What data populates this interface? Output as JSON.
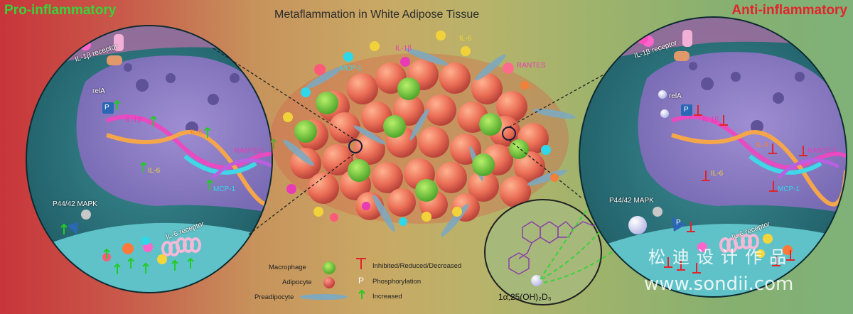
{
  "title": "Metaflammation in White Adipose Tissue",
  "left_title": "Pro-inflammatory",
  "right_title": "Anti-inflammatory",
  "cytokines": {
    "il6": "IL-6",
    "il1b": "IL-1β",
    "mcp1": "MCP-1",
    "rantes": "RANTES",
    "il8": "IL-8"
  },
  "left_panel": {
    "il1b_receptor": "IL-1β receptor",
    "rela": "relA",
    "p": "P",
    "il1b": "IL-1β",
    "il8": "IL-8",
    "rantes": "RANTES",
    "il6": "IL-6",
    "mcp1": "MCP-1",
    "mapk": "P44/42 MAPK",
    "il6_receptor": "IL-6 receptor"
  },
  "right_panel": {
    "il1b_receptor": "IL-1β receptor",
    "rela": "relA",
    "p": "P",
    "il1b": "IL-1β",
    "il8": "IL-8",
    "rantes": "RANTES",
    "il6": "IL-6",
    "mcp1": "MCP-1",
    "mapk": "P44/42 MAPK",
    "il6_receptor": "IL-6 receptor"
  },
  "legend": {
    "macrophage": "Macrophage",
    "adipocyte": "Adipocyte",
    "preadipocyte": "Preadipocyte",
    "inhibited": "Inhibited/Reduced/Decreased",
    "p_symbol": "P",
    "phosphorylation": "Phosphorylation",
    "increased": "Increased"
  },
  "compound_label": "1α,25(OH)₂D₃",
  "watermark_cn": "松迪设计作品",
  "watermark_url": "www.sondii.com",
  "colors": {
    "pro": "#39d23a",
    "anti": "#e2252d",
    "increase_arrow": "#22cc22",
    "inhibit_mark": "#e0242c",
    "macrophage": "#6cc83a",
    "adipocyte": "#e8735a",
    "cytokine_pink": "#e83bb4",
    "cytokine_orange": "#f0803a",
    "cytokine_yellow": "#f2d23a",
    "cytokine_cyan": "#2fd8e8"
  }
}
